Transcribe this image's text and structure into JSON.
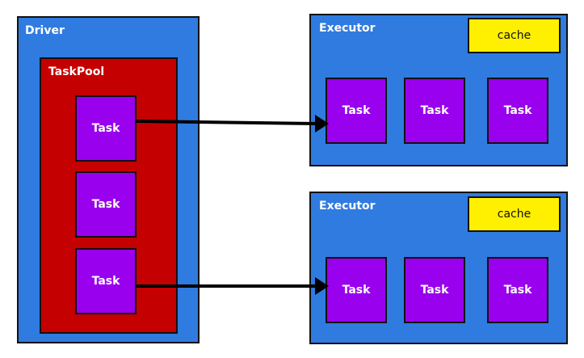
{
  "driver": {
    "label": "Driver"
  },
  "taskpool": {
    "label": "TaskPool",
    "tasks": [
      "Task",
      "Task",
      "Task"
    ]
  },
  "executors": [
    {
      "label": "Executor",
      "cache": "cache",
      "tasks": [
        "Task",
        "Task",
        "Task"
      ]
    },
    {
      "label": "Executor",
      "cache": "cache",
      "tasks": [
        "Task",
        "Task",
        "Task"
      ]
    }
  ],
  "colors": {
    "node_blue": "#2f7be0",
    "pool_red": "#c40000",
    "task_purple": "#9900ee",
    "cache_yellow": "#ffef00",
    "outline": "#111111"
  }
}
